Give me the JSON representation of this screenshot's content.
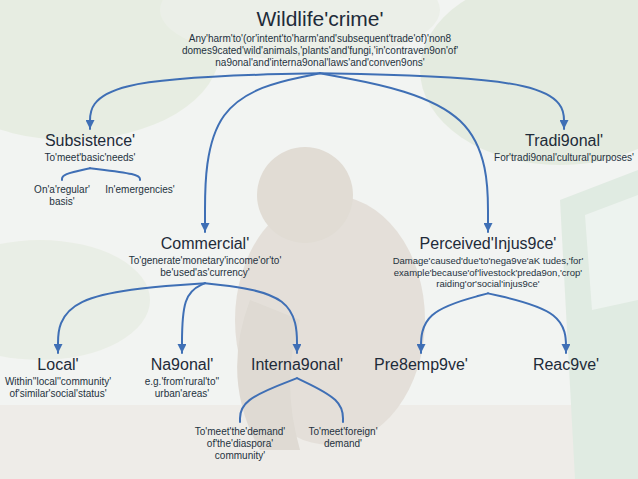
{
  "diagram": {
    "nodes": [
      {
        "text": [
          "Wildlife'crime'",
          "Any'harm'to'(or'intent'to'harm'and'subsequent'trade'of)'non8 domes9cated'wild'animals,'plants'and'fungi,'in'contraven9on'of' na9onal'and'interna9onal'laws'and'conven9ons'"
        ]
      },
      {
        "text": [
          "Subsistence'",
          "To'meet'basic'needs'"
        ]
      },
      {
        "text": [
          "Tradi9onal'",
          "For'tradi9onal'cultural'purposes'"
        ]
      },
      {
        "text": [
          "On'a'regular' basis'"
        ]
      },
      {
        "text": [
          "In'emergencies'"
        ]
      },
      {
        "text": [
          "Commercial'",
          "To'generate'monetary'income'or'to' be'used'as'currency'"
        ]
      },
      {
        "text": [
          "Perceived'Injus9ce'",
          "Damage'caused'due'to'nega9ve'aK tudes,'for' example'because'of'livestock'preda9on,'crop' raiding'or'social'injus9ce'"
        ]
      },
      {
        "text": [
          "Local'",
          "Within''local''community' of'similar'social'status'"
        ]
      },
      {
        "text": [
          "Na9onal'",
          "e.g.'from'rural'to'' urban'areas'"
        ]
      },
      {
        "text": [
          "Interna9onal'"
        ]
      },
      {
        "text": [
          "Pre8emp9ve'"
        ]
      },
      {
        "text": [
          "Reac9ve'"
        ]
      },
      {
        "text": [
          "To'meet'the'demand' of'the'diaspora' community'"
        ]
      },
      {
        "text": [
          "To'meet'foreign' demand'"
        ]
      }
    ],
    "edges": [
      {
        "from": 0,
        "to": 1,
        "arrow": "to"
      },
      {
        "from": 0,
        "to": 2,
        "arrow": "to"
      },
      {
        "from": 0,
        "to": 5,
        "arrow": "to"
      },
      {
        "from": 0,
        "to": 6,
        "arrow": "to"
      },
      {
        "from": 1,
        "to": 3,
        "arrow": "none"
      },
      {
        "from": 1,
        "to": 4,
        "arrow": "none"
      },
      {
        "from": 5,
        "to": 7,
        "arrow": "to"
      },
      {
        "from": 5,
        "to": 8,
        "arrow": "to"
      },
      {
        "from": 5,
        "to": 9,
        "arrow": "to"
      },
      {
        "from": 6,
        "to": 10,
        "arrow": "to"
      },
      {
        "from": 6,
        "to": 11,
        "arrow": "to"
      },
      {
        "from": 9,
        "to": 12,
        "arrow": "none"
      },
      {
        "from": 9,
        "to": 13,
        "arrow": "none"
      }
    ]
  }
}
